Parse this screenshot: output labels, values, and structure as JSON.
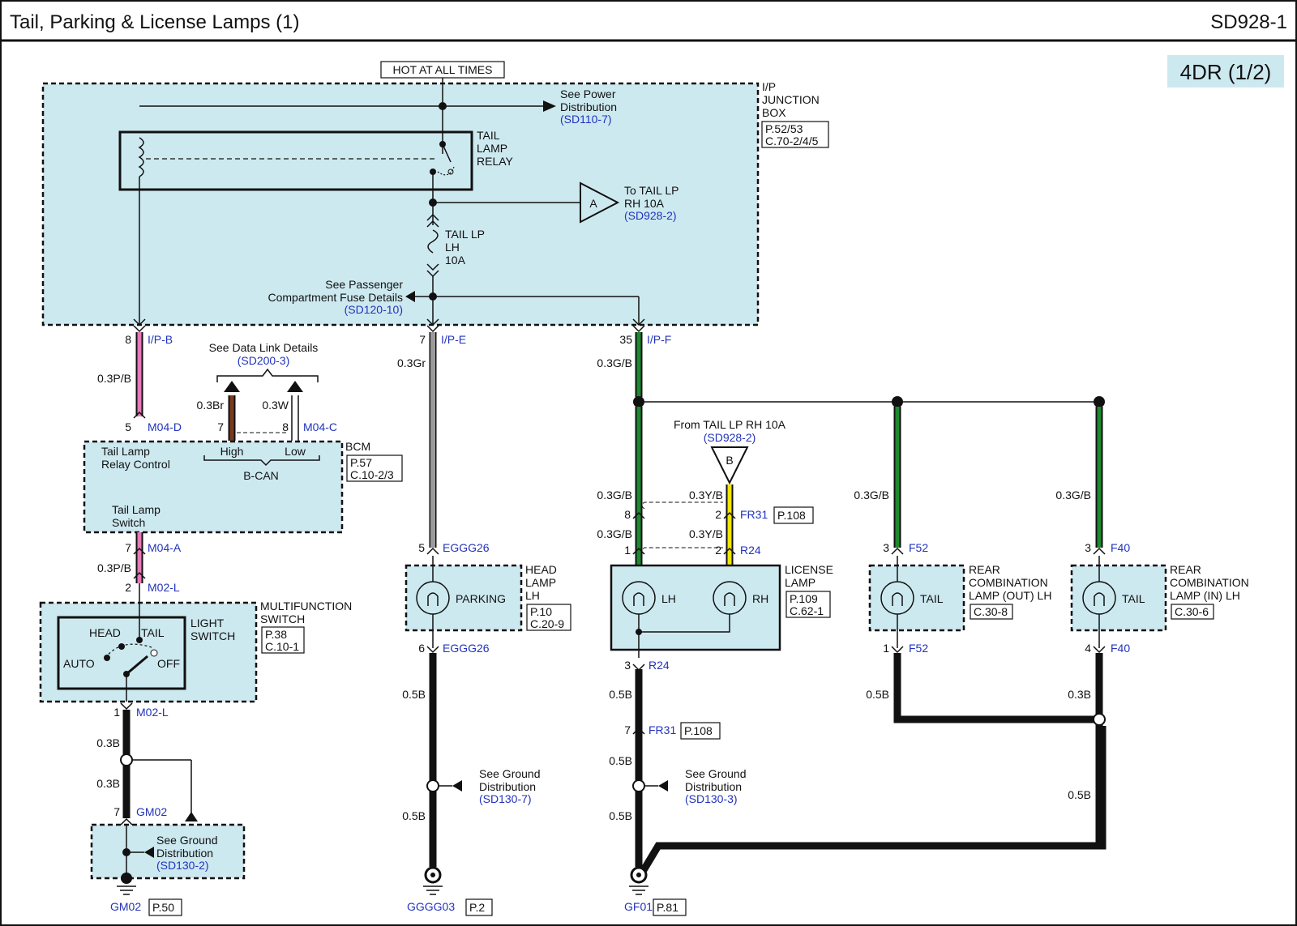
{
  "header": {
    "title": "Tail, Parking & License Lamps (1)",
    "code": "SD928-1"
  },
  "badge": "4DR (1/2)",
  "hot": "HOT AT ALL TIMES",
  "ipjb": {
    "l1": "I/P",
    "l2": "JUNCTION",
    "l3": "BOX",
    "ref1": "P.52/53",
    "ref2": "C.70-2/4/5"
  },
  "power": {
    "l1": "See Power",
    "l2": "Distribution",
    "ref": "(SD110-7)"
  },
  "relay": {
    "l1": "TAIL",
    "l2": "LAMP",
    "l3": "RELAY"
  },
  "toTail": {
    "sym": "A",
    "l1": "To TAIL LP",
    "l2": "RH 10A",
    "ref": "(SD928-2)"
  },
  "fuse": {
    "l1": "TAIL LP",
    "l2": "LH",
    "l3": "10A"
  },
  "passenger": {
    "l1": "See Passenger",
    "l2": "Compartment Fuse Details",
    "ref": "(SD120-10)"
  },
  "conn": {
    "ipb_pin": "8",
    "ipb": "I/P-B",
    "ipe_pin": "7",
    "ipe": "I/P-E",
    "ipf_pin": "35",
    "ipf": "I/P-F",
    "m04d_pin": "5",
    "m04d": "M04-D",
    "m04c": "M04-C",
    "pin7": "7",
    "pin8": "8",
    "m04a_pin": "7",
    "m04a": "M04-A",
    "m02l_pin": "2",
    "m02l": "M02-L",
    "m02l2_pin": "1",
    "m02l2": "M02-L",
    "gm02_pin": "7",
    "gm02": "GM02",
    "eggg_in_pin": "5",
    "eggg_in": "EGGG26",
    "eggg_out_pin": "6",
    "eggg_out": "EGGG26",
    "fr31a_pin_l": "8",
    "fr31a_pin_r": "2",
    "fr31": "FR31",
    "fr31_ref": "P.108",
    "r24_pin_l": "1",
    "r24_pin_r": "2",
    "r24": "R24",
    "r24b_pin": "3",
    "r24b": "R24",
    "fr31b_pin": "7",
    "fr31b": "FR31",
    "fr31b_ref": "P.108",
    "f52_pin": "3",
    "f52": "F52",
    "f52b_pin": "1",
    "f52b": "F52",
    "f40_pin": "3",
    "f40": "F40",
    "f40b_pin": "4",
    "f40b": "F40"
  },
  "wires": {
    "pb1": "0.3P/B",
    "gr": "0.3Gr",
    "gb1": "0.3G/B",
    "br": "0.3Br",
    "w": "0.3W",
    "pb2": "0.3P/B",
    "gb2": "0.3G/B",
    "yb1": "0.3Y/B",
    "gb3": "0.3G/B",
    "yb2": "0.3Y/B",
    "gb4": "0.3G/B",
    "gb5": "0.3G/B",
    "b1": "0.3B",
    "b2": "0.3B",
    "b3": "0.5B",
    "b4": "0.5B",
    "b5": "0.5B",
    "b6": "0.5B",
    "b7": "0.5B",
    "b8": "0.5B",
    "b9": "0.3B",
    "b10": "0.5B"
  },
  "datalink": {
    "l1": "See Data Link Details",
    "ref": "(SD200-3)"
  },
  "bcm": {
    "name": "BCM",
    "ref1": "P.57",
    "ref2": "C.10-2/3",
    "trc1": "Tail Lamp",
    "trc2": "Relay Control",
    "high": "High",
    "low": "Low",
    "bcan": "B-CAN",
    "tls1": "Tail Lamp",
    "tls2": "Switch"
  },
  "mfs": {
    "l1": "MULTIFUNCTION",
    "l2": "SWITCH",
    "ref1": "P.38",
    "ref2": "C.10-1",
    "ls1": "LIGHT",
    "ls2": "SWITCH",
    "head": "HEAD",
    "tail": "TAIL",
    "auto": "AUTO",
    "off": "OFF"
  },
  "gnd1": {
    "l1": "See Ground",
    "l2": "Distribution",
    "ref": "(SD130-2)",
    "name": "GM02",
    "page": "P.50"
  },
  "headlamp": {
    "l1": "HEAD",
    "l2": "LAMP",
    "l3": "LH",
    "ref1": "P.10",
    "ref2": "C.20-9",
    "bulb": "PARKING"
  },
  "gnd2": {
    "l1": "See Ground",
    "l2": "Distribution",
    "ref": "(SD130-7)",
    "name": "GGGG03",
    "page": "P.2"
  },
  "fromTail": {
    "l1": "From TAIL LP RH 10A",
    "ref": "(SD928-2)",
    "sym": "B"
  },
  "license": {
    "l1": "LICENSE",
    "l2": "LAMP",
    "ref1": "P.109",
    "ref2": "C.62-1",
    "lh": "LH",
    "rh": "RH"
  },
  "gnd3": {
    "l1": "See Ground",
    "l2": "Distribution",
    "ref": "(SD130-3)",
    "name": "GF01",
    "page": "P.81"
  },
  "rcl_out": {
    "l1": "REAR",
    "l2": "COMBINATION",
    "l3": "LAMP (OUT) LH",
    "ref": "C.30-8",
    "bulb": "TAIL"
  },
  "rcl_in": {
    "l1": "REAR",
    "l2": "COMBINATION",
    "l3": "LAMP (IN) LH",
    "ref": "C.30-6",
    "bulb": "TAIL"
  },
  "colors": {
    "pink": "#e879b9",
    "gray": "#9a9a9a",
    "green": "#1c8a2e",
    "yellow": "#f2e600",
    "brown": "#7a3a1e",
    "box": "#cde9f0",
    "ref": "#2233bb"
  }
}
